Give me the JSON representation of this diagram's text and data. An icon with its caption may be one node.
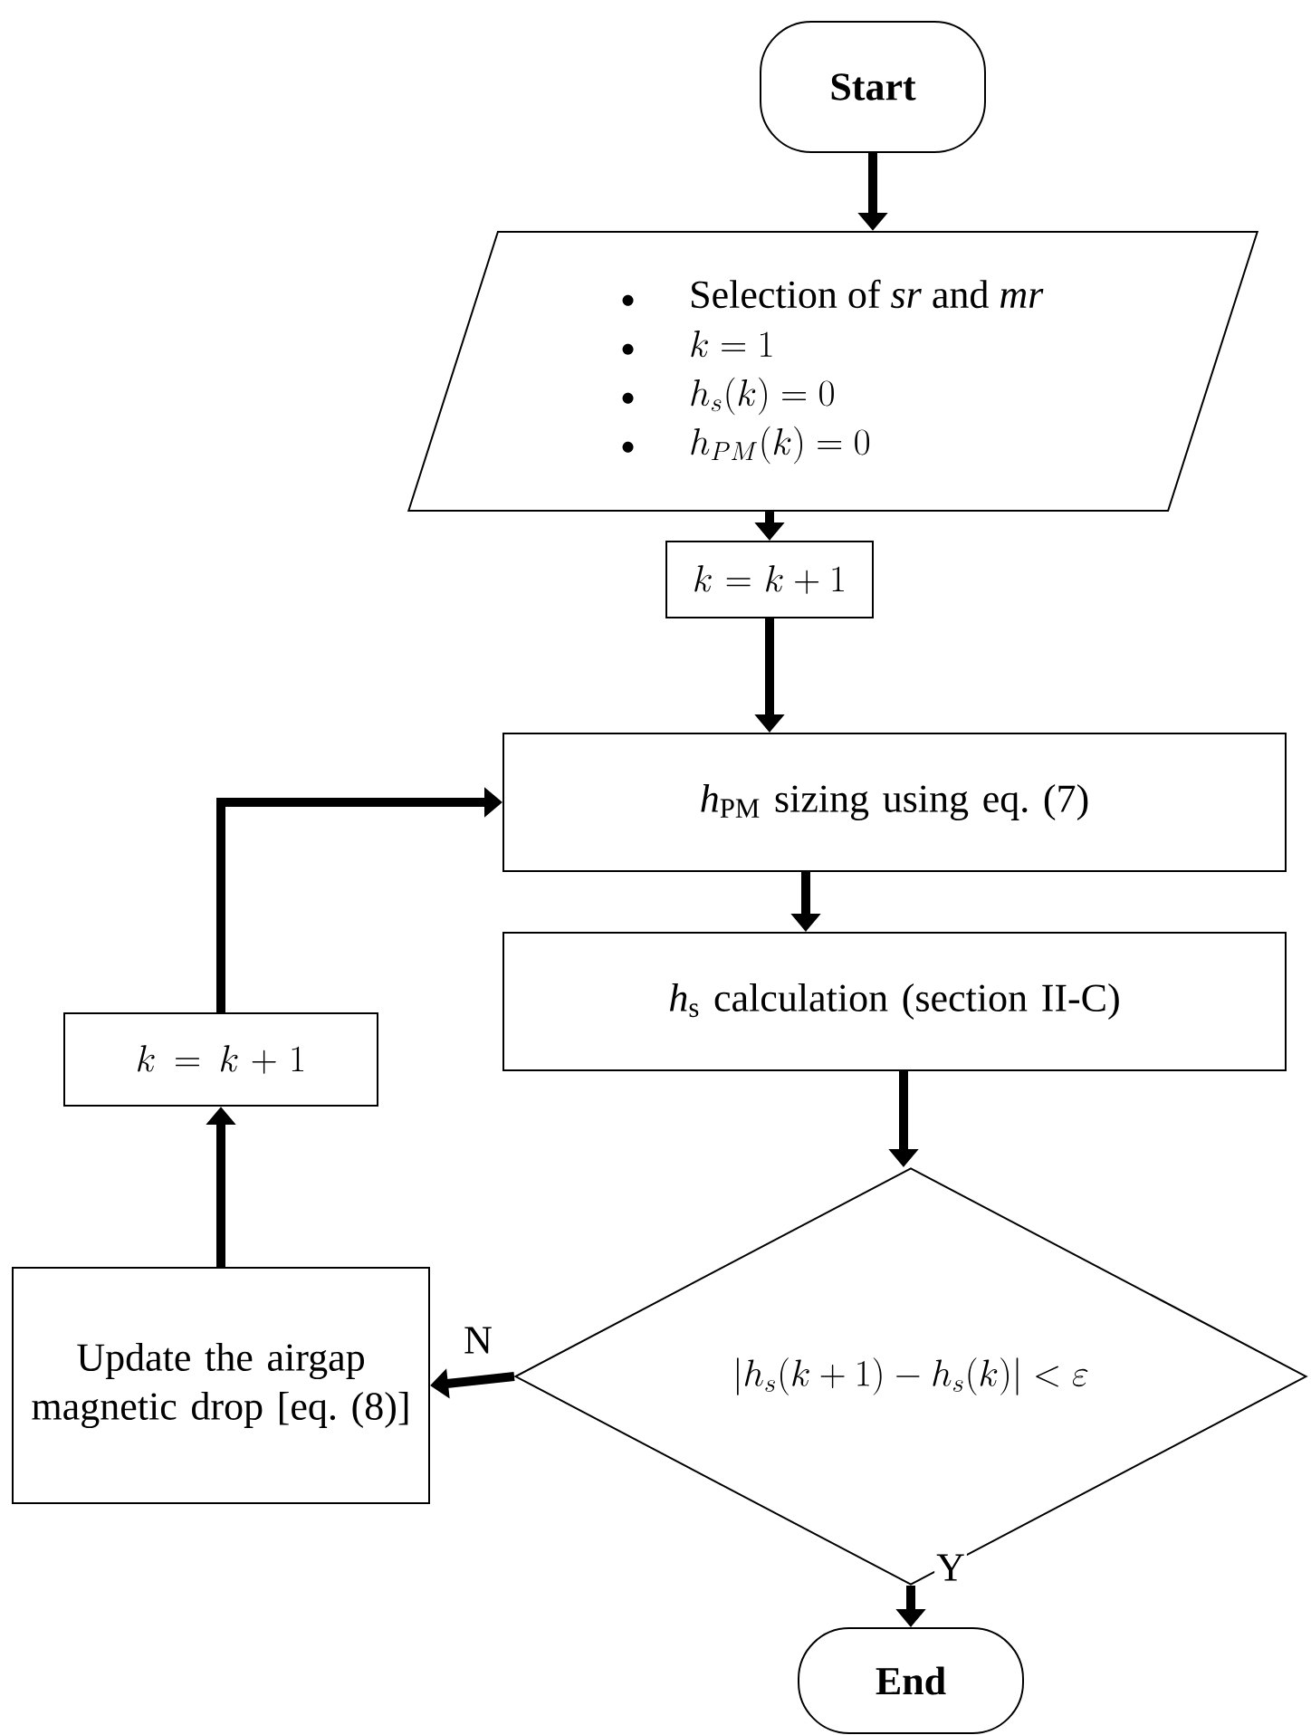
{
  "diagram": {
    "nodes": [
      {
        "text": [
          "Start"
        ]
      },
      {
        "text": [
          "Selection of *sr* and *mr*",
          "k = 1",
          "h_{s}(k) = 0",
          "h_{PM}(k) = 0"
        ]
      },
      {
        "text": [
          "k = k + 1"
        ]
      },
      {
        "text": [
          "*h*$_{PM}$ sizing using eq. (7)"
        ]
      },
      {
        "text": [
          "*h*$_{s}$ calculation (section II-C)"
        ]
      },
      {
        "text": [
          "|h_{s}(k + 1) - h_{s}(k)| < \\varepsilon"
        ]
      },
      {
        "text": [
          "Update the airgap magnetic drop [eq. (8)]"
        ]
      },
      {
        "text": [
          "k = k + 1"
        ]
      },
      {
        "text": [
          "End"
        ]
      }
    ],
    "edges": [
      {
        "from": 0,
        "to": 1,
        "arrow": "to"
      },
      {
        "from": 1,
        "to": 2,
        "arrow": "to"
      },
      {
        "from": 2,
        "to": 3,
        "arrow": "to"
      },
      {
        "from": 3,
        "to": 4,
        "arrow": "to"
      },
      {
        "from": 4,
        "to": 5,
        "arrow": "to"
      },
      {
        "from": 5,
        "to": 6,
        "label": "N",
        "arrow": "to"
      },
      {
        "from": 6,
        "to": 7,
        "arrow": "to"
      },
      {
        "from": 7,
        "to": 3,
        "arrow": "to"
      },
      {
        "from": 5,
        "to": 8,
        "label": "Y",
        "arrow": "to"
      }
    ]
  }
}
